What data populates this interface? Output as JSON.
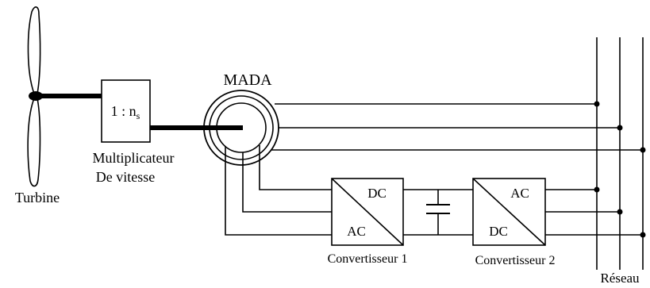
{
  "turbine": {
    "label": "Turbine"
  },
  "gearbox": {
    "ratio_prefix": "1 : n",
    "ratio_sub": "s",
    "label_line1": "Multiplicateur",
    "label_line2": "De vitesse"
  },
  "generator": {
    "label": "MADA"
  },
  "converter1": {
    "label": "Convertisseur 1",
    "top_text": "DC",
    "bottom_text": "AC"
  },
  "converter2": {
    "label": "Convertisseur  2",
    "top_text": "AC",
    "bottom_text": "DC"
  },
  "grid": {
    "label": "Réseau"
  }
}
